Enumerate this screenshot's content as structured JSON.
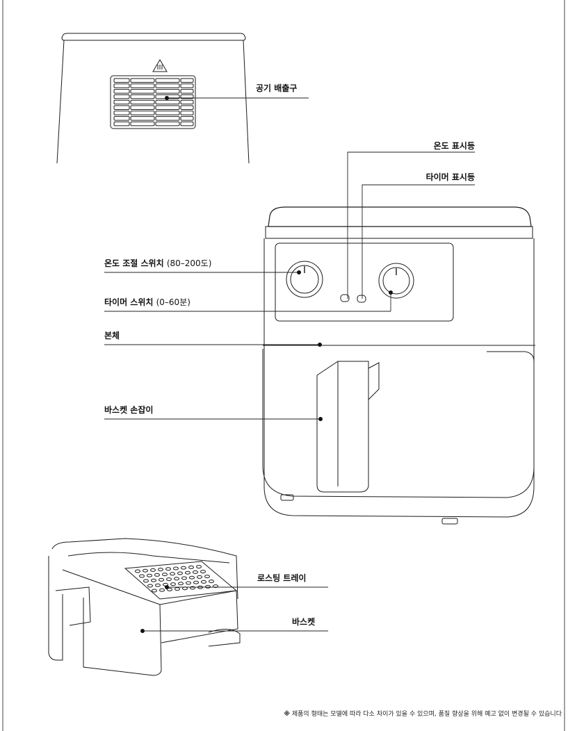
{
  "labels": {
    "air_vent": "공기 배출구",
    "temp_indicator": "온도 표시등",
    "timer_indicator": "타이머 표시등",
    "temp_switch": "온도 조절 스위치",
    "temp_switch_range": "(80–200도)",
    "timer_switch": "타이머 스위치",
    "timer_switch_range": "(0–60분)",
    "body": "본체",
    "basket_handle": "바스켓 손잡이",
    "roasting_tray": "로스팅 트레이",
    "basket": "바스켓"
  },
  "footnote": {
    "mark": "※",
    "text": "제품의 형태는 모델에 따라 다소 차이가 있을 수 있으며, 품질 향상을 위해 예고 없이 변경될 수 있습니다"
  }
}
